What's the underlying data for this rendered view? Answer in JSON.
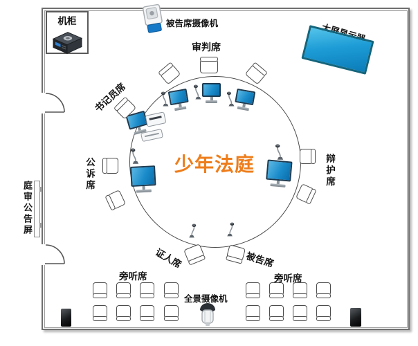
{
  "title": "少年法庭",
  "labels": {
    "cabinet": "机柜",
    "defendant_camera": "被告席摄像机",
    "judge_bench": "审判席",
    "big_screen": "大屏显示器",
    "clerk": "书记员席",
    "prosecutor": "公诉席",
    "defense": "辩护席",
    "announcement_screen": "庭审公告屏",
    "witness": "证人席",
    "defendant": "被告席",
    "gallery_left": "旁听席",
    "gallery_right": "旁听席",
    "panorama_camera": "全景摄像机"
  },
  "colors": {
    "title_accent": "#ee7d1b",
    "monitor_screen": "#1b8cca",
    "big_display": "#1d9cd6",
    "wall": "#6f6f6f"
  }
}
